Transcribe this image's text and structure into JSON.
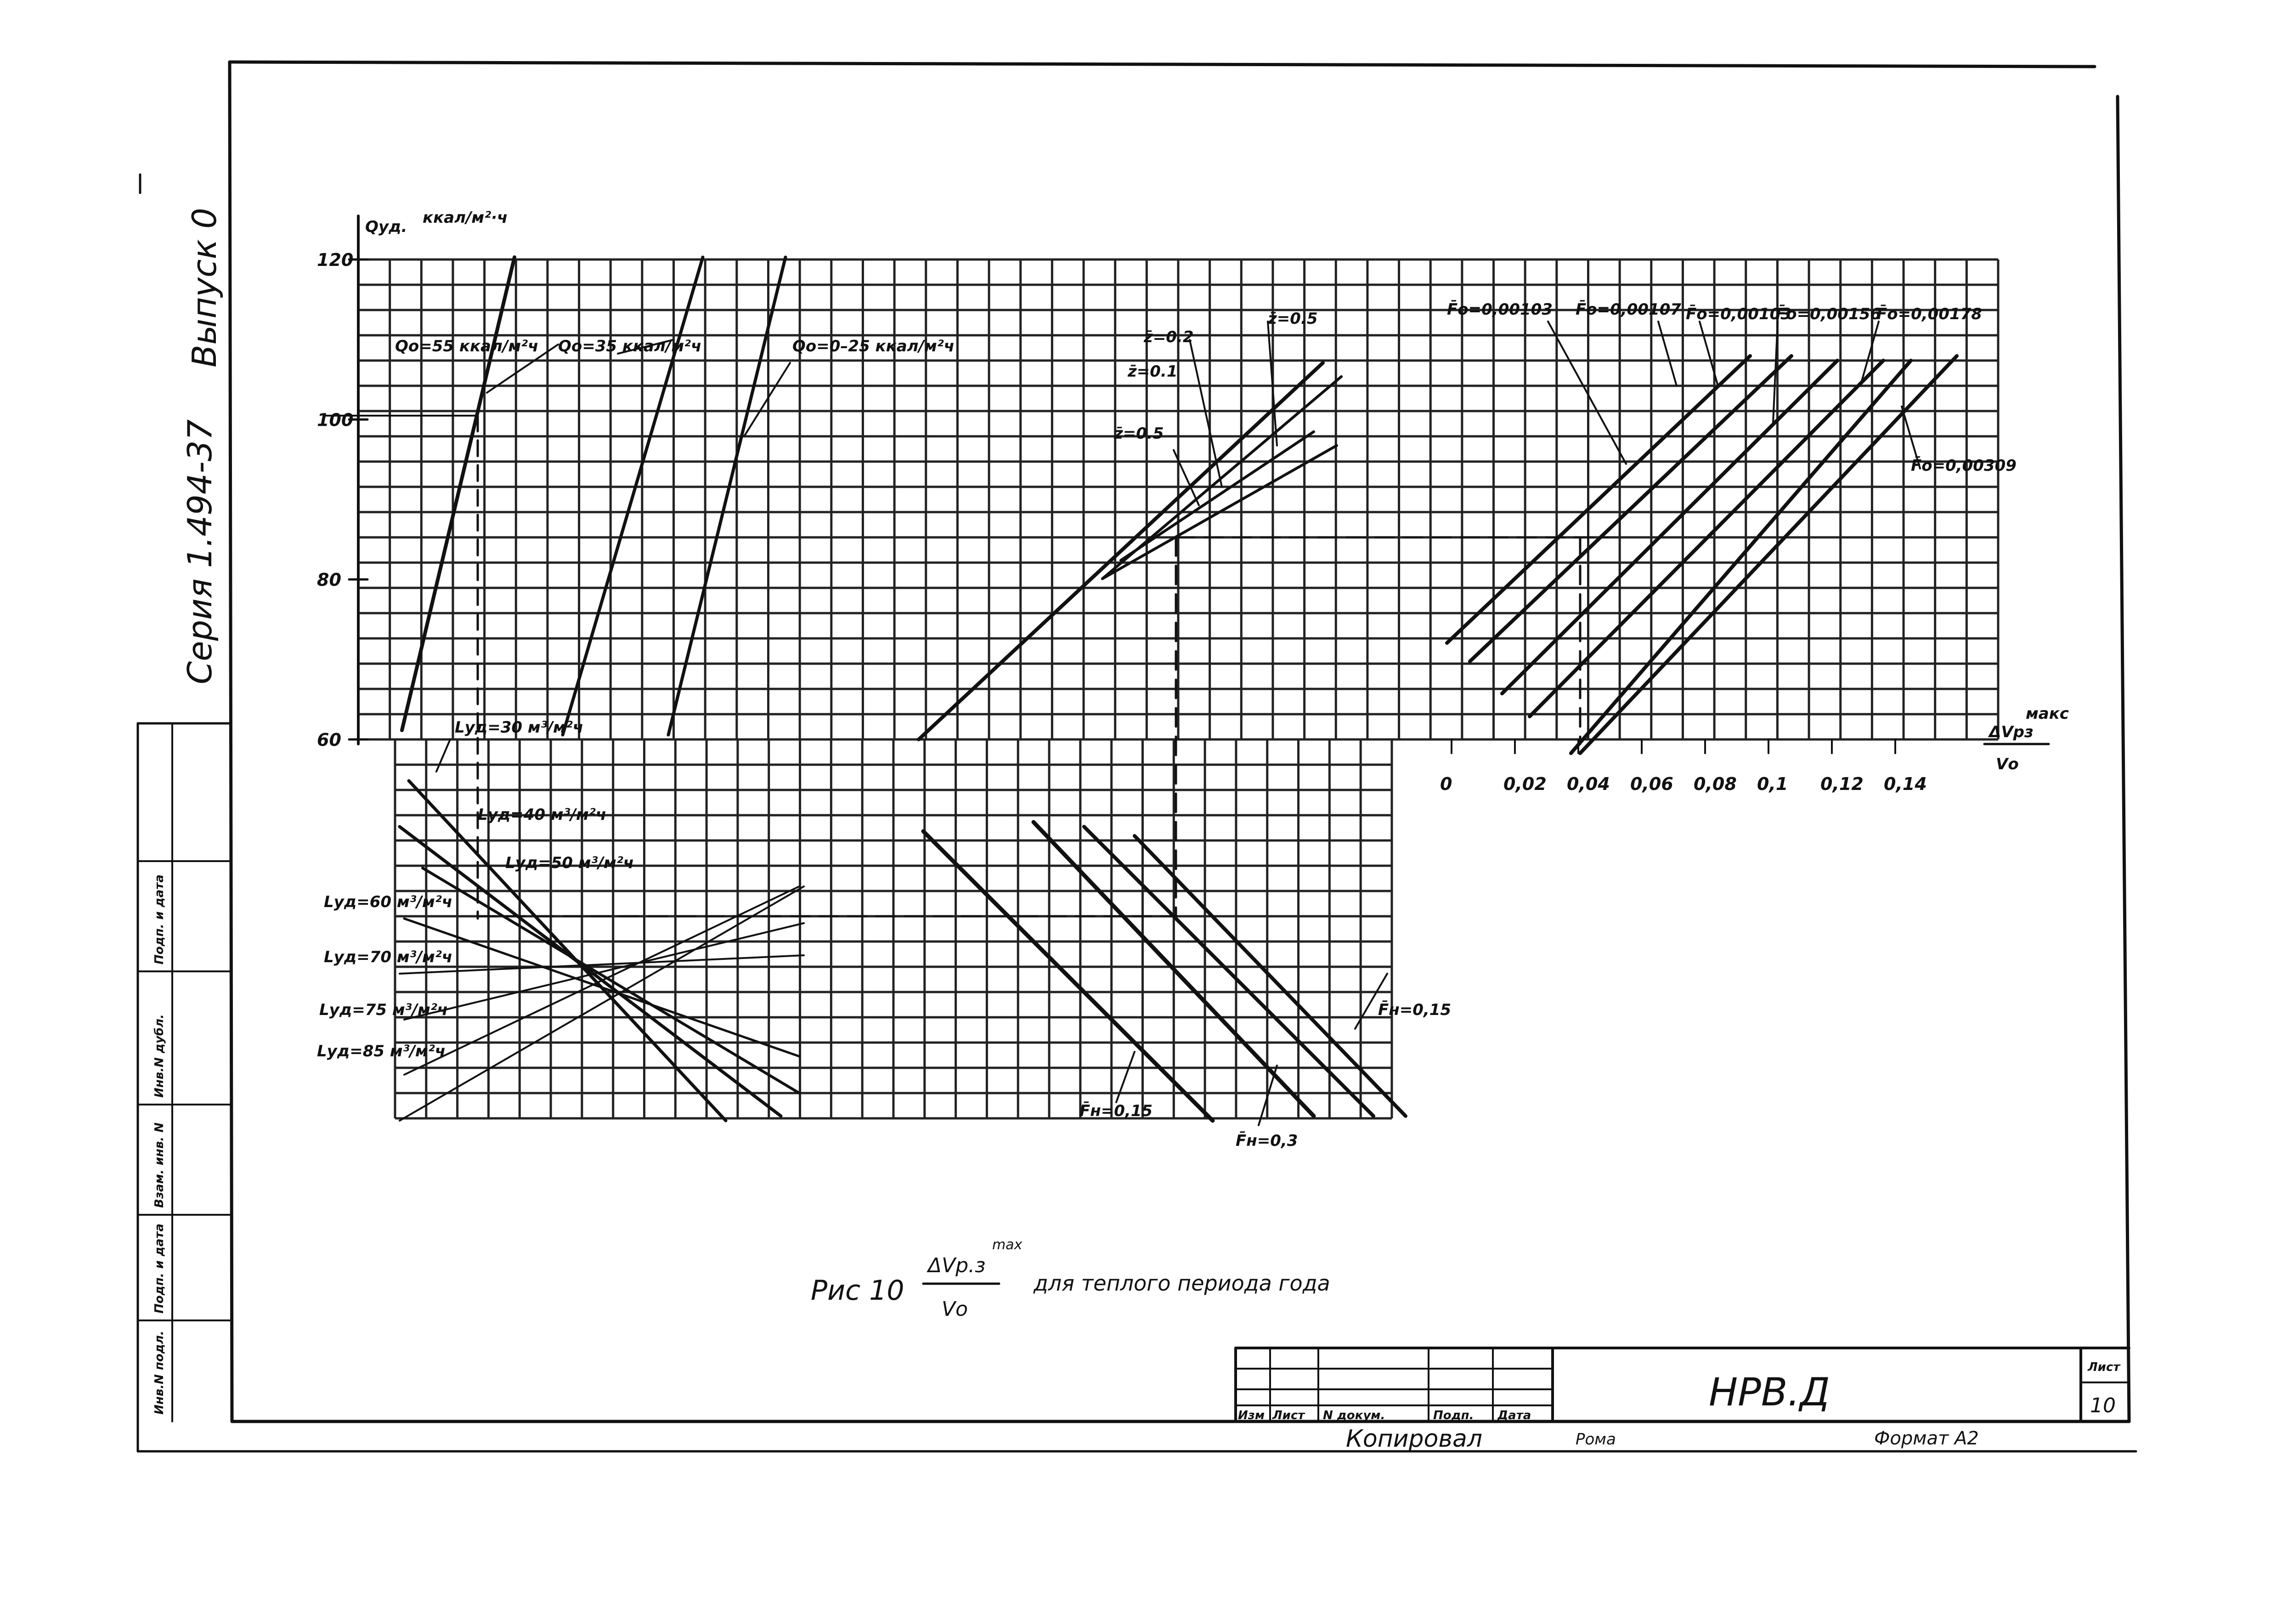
{
  "sheet": {
    "side_series": "Серия 1.494-37",
    "side_issue": "Выпуск 0",
    "caption_prefix": "Рис 10",
    "caption_numerator": "ΔVр.з",
    "caption_sup": "max",
    "caption_denominator": "Vо",
    "caption_suffix": "для теплого периода года",
    "doc_code": "НРВ.Д",
    "sheet_no_label": "Лист",
    "sheet_no": "10",
    "copied_label": "Копировал",
    "copied_sign": "Рома",
    "format_label": "Формат А2",
    "left_stamp": [
      "Инв.N подл.",
      "Подп. и дата",
      "Взам. инв. N",
      "Инв.N дубл.",
      "Подп. и дата"
    ],
    "stamp_cols": [
      "Изм",
      "Лист",
      "N докум.",
      "Подп.",
      "Дата"
    ]
  },
  "chart_data": {
    "type": "line",
    "y_title": "Qуд.",
    "y_unit": "ккал/м²·ч",
    "ylim": [
      60,
      120
    ],
    "y_ticks": [
      "60",
      "80",
      "100",
      "120"
    ],
    "x_title": "ΔVрз",
    "x_sup": "макс",
    "x_denominator": "Vо",
    "x_ticks": [
      "0",
      "0,02",
      "0,04",
      "0,06",
      "0,08",
      "0,1",
      "0,12",
      "0,14"
    ],
    "quadrants": {
      "q0_labels": [
        "Qо=55 ккал/м²ч",
        "Qо=35 ккал/м²ч",
        "Qо=0–25 ккал/м²ч"
      ],
      "z_labels": [
        "z̄=0.2",
        "z̄=0.5",
        "z̄=0.1",
        "z̄=0.5"
      ],
      "f0_labels": [
        "F̄о=0,00103",
        "F̄о=0,00107",
        "F̄о=0,00103",
        "F̄о=0,00156",
        "F̄о=0,00178",
        "F̄о=0,00309"
      ],
      "l_labels": [
        "Lуд=30 м³/м²ч",
        "Lуд=40 м³/м²ч",
        "Lуд=50 м³/м²ч",
        "Lуд=60 м³/м²ч",
        "Lуд=70 м³/м²ч",
        "Lуд=75 м³/м²ч",
        "Lуд=85 м³/м²ч"
      ],
      "fn_labels": [
        "F̄н=0,15",
        "F̄н=0,15",
        "F̄н=0,3"
      ]
    }
  }
}
